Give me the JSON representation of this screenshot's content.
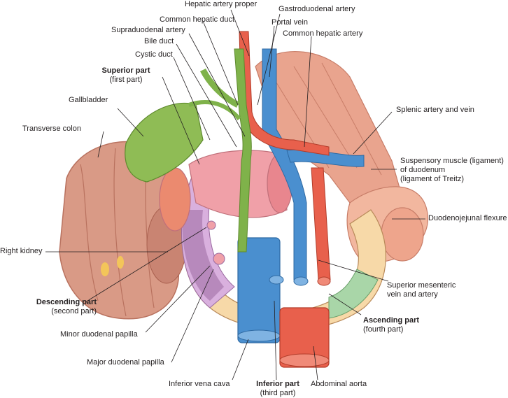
{
  "labels": {
    "hepatic_artery_proper": "Hepatic artery proper",
    "gastroduodenal_artery": "Gastroduodenal artery",
    "common_hepatic_duct": "Common hepatic duct",
    "supraduodenal_artery": "Supraduodenal artery",
    "portal_vein": "Portal vein",
    "common_hepatic_artery": "Common hepatic artery",
    "bile_duct": "Bile duct",
    "cystic_duct": "Cystic duct",
    "superior_part": "Superior part",
    "superior_part_sub": "(first part)",
    "gallbladder": "Gallbladder",
    "transverse_colon": "Transverse colon",
    "splenic": "Splenic artery and vein",
    "suspensory_1": "Suspensory muscle (ligament)",
    "suspensory_2": "of duodenum",
    "suspensory_3": "(ligament of Treitz)",
    "duodenojejunal": "Duodenojejunal flexure",
    "right_kidney": "Right kidney",
    "sm_1": "Superior mesenteric",
    "sm_2": "vein and artery",
    "descending_part": "Descending part",
    "descending_part_sub": "(second part)",
    "minor_papilla": "Minor duodenal papilla",
    "ascending_part": "Ascending part",
    "ascending_part_sub": "(fourth part)",
    "major_papilla": "Major duodenal papilla",
    "ivc": "Inferior vena cava",
    "inferior_part": "Inferior part",
    "inferior_part_sub": "(third part)",
    "aorta": "Abdominal aorta"
  },
  "colors": {
    "artery": "#e8604c",
    "vein": "#4a8fcf",
    "duct": "#7fb24a",
    "gallbladder": "#8fbc55",
    "duodenum": "#f0a0a8",
    "colon": "#d99a86",
    "muscle": "#e9a48e",
    "jejunum": "#f2b79f",
    "descending_band": "#d9b0de",
    "inferior_band": "#f7d9a8",
    "ascending_band": "#a9d6a8",
    "leader": "#231f20"
  }
}
